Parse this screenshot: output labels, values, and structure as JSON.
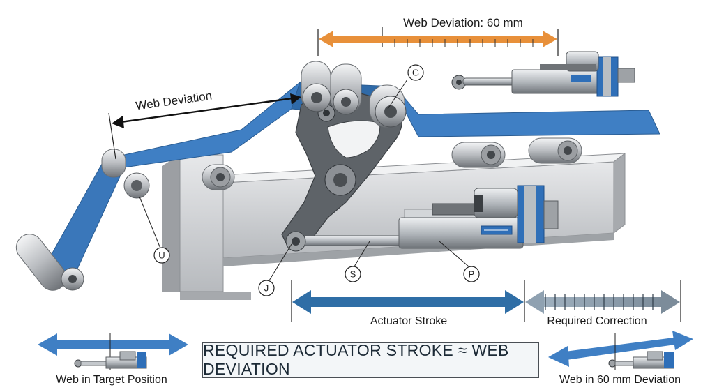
{
  "top_dimension": {
    "label": "Web Deviation: 60 mm"
  },
  "web_deviation_dim": {
    "label": "Web Deviation"
  },
  "callouts": {
    "g": "G",
    "u": "U",
    "j": "J",
    "s": "S",
    "p": "P"
  },
  "bottom_dims": {
    "stroke_label": "Actuator Stroke",
    "correction_label": "Required Correction"
  },
  "formula": "REQUIRED ACTUATOR STROKE ≈ WEB DEVIATION",
  "insets": {
    "left_caption": "Web in Target Position",
    "right_caption": "Web in 60 mm Deviation"
  },
  "colors": {
    "web_blue": "#3f7fc4",
    "arrow_blue": "#2f6ea6",
    "orange": "#e8903a",
    "frame_grey": "#c9cccf",
    "arm_grey": "#5d6166",
    "correction_grey": "#8a9aa8"
  }
}
